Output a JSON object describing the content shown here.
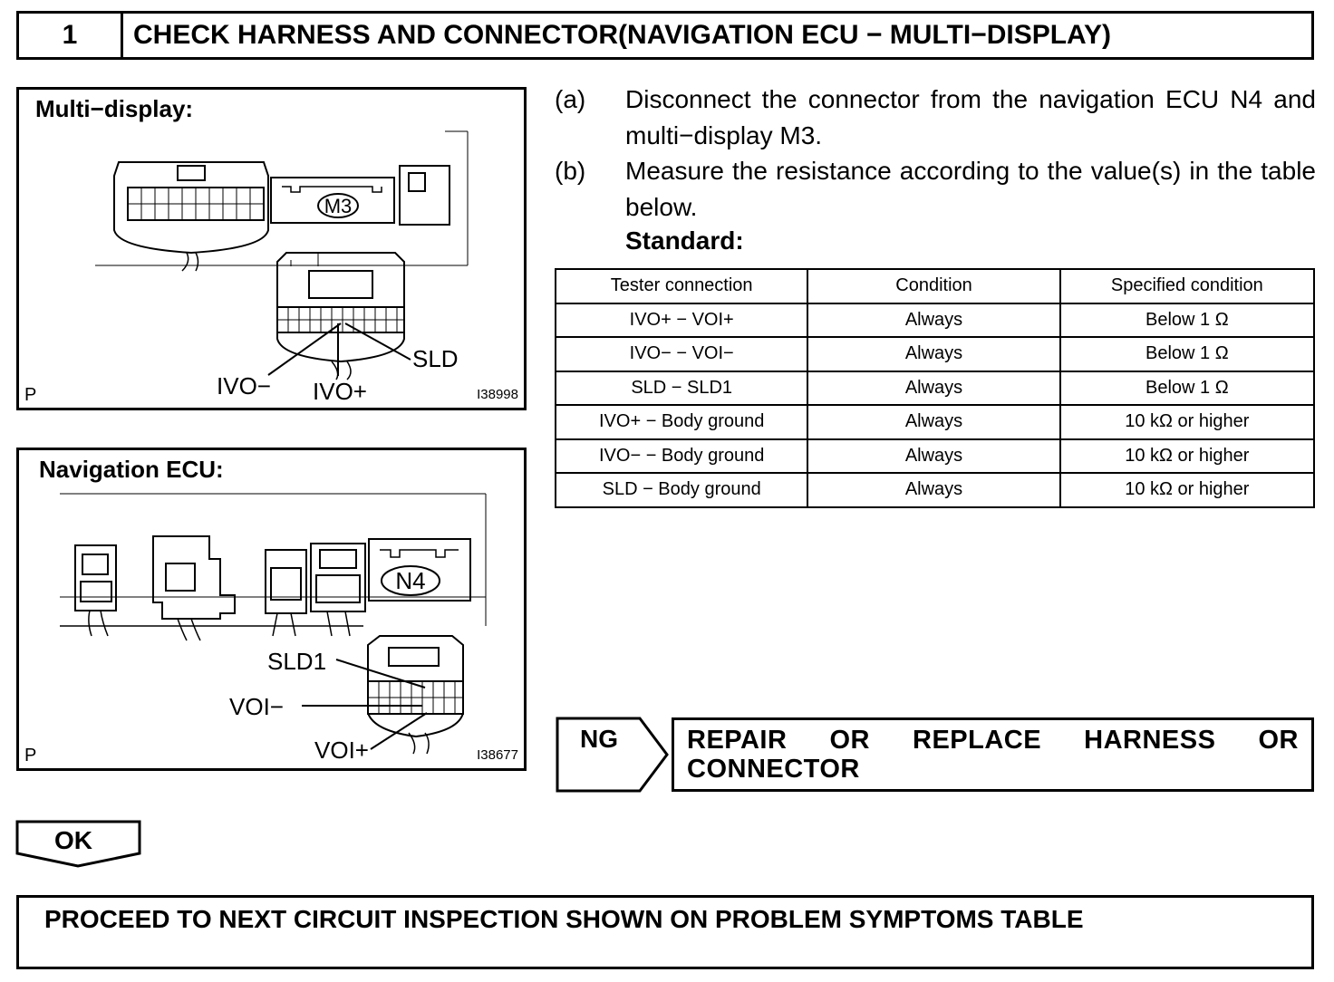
{
  "header": {
    "step_number": "1",
    "title": "CHECK HARNESS AND CONNECTOR(NAVIGATION ECU − MULTI−DISPLAY)"
  },
  "figure_multi_display": {
    "title": "Multi−display:",
    "connector_code": "M3",
    "labels": {
      "ivo_minus": "IVO−",
      "ivo_plus": "IVO+",
      "sld": "SLD"
    },
    "corner_mark": "P",
    "figure_id": "I38998"
  },
  "figure_navigation_ecu": {
    "title": "Navigation ECU:",
    "connector_code": "N4",
    "labels": {
      "sld1": "SLD1",
      "voi_minus": "VOI−",
      "voi_plus": "VOI+"
    },
    "corner_mark": "P",
    "figure_id": "I38677"
  },
  "instructions": [
    {
      "mark": "(a)",
      "text": "Disconnect the connector from the navigation ECU N4 and multi−display M3."
    },
    {
      "mark": "(b)",
      "text": "Measure the resistance according to the value(s) in the table below."
    }
  ],
  "standard_label": "Standard:",
  "table": {
    "headers": [
      "Tester connection",
      "Condition",
      "Specified condition"
    ],
    "rows": [
      [
        "IVO+ − VOI+",
        "Always",
        "Below 1 Ω"
      ],
      [
        "IVO− − VOI−",
        "Always",
        "Below 1 Ω"
      ],
      [
        "SLD − SLD1",
        "Always",
        "Below 1 Ω"
      ],
      [
        "IVO+ − Body ground",
        "Always",
        "10 kΩ or higher"
      ],
      [
        "IVO− − Body ground",
        "Always",
        "10 kΩ or higher"
      ],
      [
        "SLD − Body ground",
        "Always",
        "10 kΩ or higher"
      ]
    ]
  },
  "ng": {
    "label": "NG",
    "result": "REPAIR OR REPLACE HARNESS OR CONNECTOR"
  },
  "ok": {
    "label": "OK"
  },
  "proceed": {
    "text": "PROCEED TO NEXT CIRCUIT INSPECTION SHOWN ON PROBLEM SYMPTOMS TABLE"
  }
}
